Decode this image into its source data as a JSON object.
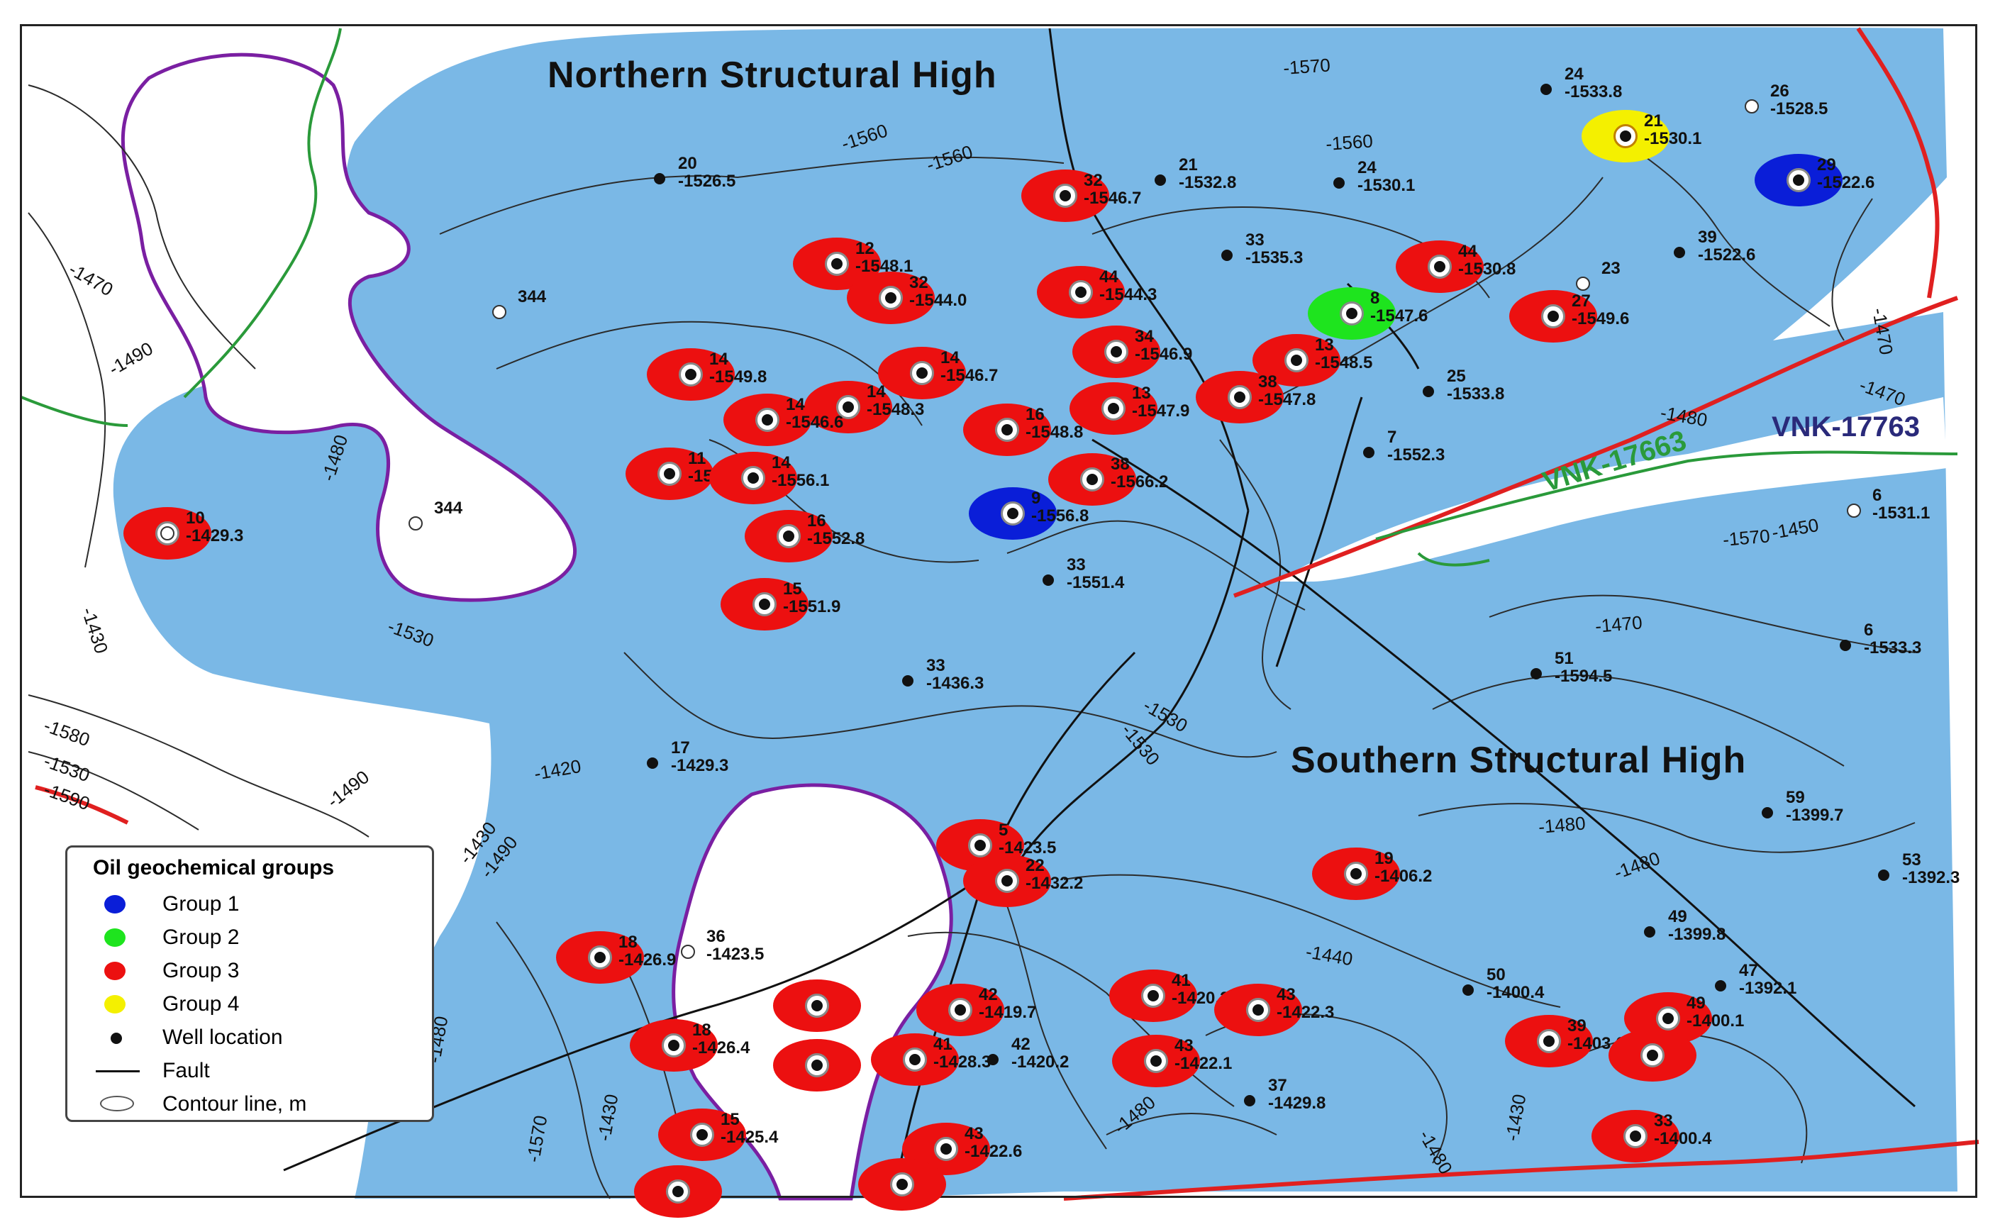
{
  "map": {
    "colors": {
      "reservoir": "#7ab8e6",
      "contour": "#2b2b2b",
      "fault": "#111111",
      "boundary_red": "#e02020",
      "boundary_green": "#2a9a3a",
      "outline_purple": "#7a1fa2",
      "vnk_blue": "#2a2a7a",
      "vnk_green": "#2a9a3a"
    },
    "regions": {
      "north": "Northern Structural High",
      "south": "Southern Structural High"
    },
    "fault_labels": {
      "vnk_17763": "VNK-17763",
      "vnk_17663": "VNK-17663"
    },
    "group_colors": {
      "1": "#0a1ed8",
      "2": "#1ee41e",
      "3": "#ec1010",
      "4": "#f4f000"
    },
    "wells": [
      {
        "id": "24",
        "value": "-1533.8",
        "group": 0
      },
      {
        "id": "21",
        "value": "-1530.1",
        "group": 4
      },
      {
        "id": "26",
        "value": "-1528.5",
        "group": 0,
        "open": true
      },
      {
        "id": "29",
        "value": "-1522.6",
        "group": 1
      },
      {
        "id": "20",
        "value": "-1526.5",
        "group": 0
      },
      {
        "id": "32",
        "value": "-1546.7",
        "group": 3
      },
      {
        "id": "21",
        "value": "-1532.8",
        "group": 0
      },
      {
        "id": "24",
        "value": "-1530.1",
        "group": 0
      },
      {
        "id": "33",
        "value": "-1535.3",
        "group": 0
      },
      {
        "id": "39",
        "value": "-1522.6",
        "group": 0
      },
      {
        "id": "12",
        "value": "-1548.1",
        "group": 3
      },
      {
        "id": "32",
        "value": "-1544.0",
        "group": 3
      },
      {
        "id": "44",
        "value": "-1544.3",
        "group": 3
      },
      {
        "id": "44",
        "value": "-1530.8",
        "group": 3
      },
      {
        "id": "8",
        "value": "-1547.6",
        "group": 2
      },
      {
        "id": "27",
        "value": "-1549.6",
        "group": 3
      },
      {
        "id": "23",
        "value": "",
        "group": 0,
        "open": true
      },
      {
        "id": "344",
        "value": "",
        "group": 0,
        "open": true
      },
      {
        "id": "34",
        "value": "-1546.9",
        "group": 3
      },
      {
        "id": "13",
        "value": "-1548.5",
        "group": 3
      },
      {
        "id": "25",
        "value": "-1533.8",
        "group": 0
      },
      {
        "id": "14",
        "value": "-1549.8",
        "group": 3
      },
      {
        "id": "14",
        "value": "-1546.7",
        "group": 3
      },
      {
        "id": "14",
        "value": "-1548.3",
        "group": 3
      },
      {
        "id": "14",
        "value": "-1546.6",
        "group": 3
      },
      {
        "id": "16",
        "value": "-1548.8",
        "group": 3
      },
      {
        "id": "13",
        "value": "-1547.9",
        "group": 3
      },
      {
        "id": "38",
        "value": "-1547.8",
        "group": 3
      },
      {
        "id": "7",
        "value": "-1552.3",
        "group": 0
      },
      {
        "id": "11",
        "value": "-1549.1",
        "group": 3
      },
      {
        "id": "14",
        "value": "-1556.1",
        "group": 3
      },
      {
        "id": "38",
        "value": "-1566.2",
        "group": 3
      },
      {
        "id": "9",
        "value": "-1556.8",
        "group": 1
      },
      {
        "id": "344",
        "value": "",
        "group": 0,
        "open": true
      },
      {
        "id": "10",
        "value": "-1429.3",
        "group": 3,
        "open": true
      },
      {
        "id": "16",
        "value": "-1552.8",
        "group": 3
      },
      {
        "id": "33",
        "value": "-1551.4",
        "group": 0
      },
      {
        "id": "15",
        "value": "-1551.9",
        "group": 3
      },
      {
        "id": "6",
        "value": "-1531.1",
        "group": 0,
        "open": true
      },
      {
        "id": "6",
        "value": "-1533.3",
        "group": 0
      },
      {
        "id": "51",
        "value": "-1594.5",
        "group": 0
      },
      {
        "id": "33",
        "value": "-1436.3",
        "group": 0
      },
      {
        "id": "17",
        "value": "-1429.3",
        "group": 0
      },
      {
        "id": "59",
        "value": "-1399.7",
        "group": 0
      },
      {
        "id": "5",
        "value": "-1423.5",
        "group": 3
      },
      {
        "id": "22",
        "value": "-1432.2",
        "group": 3
      },
      {
        "id": "19",
        "value": "-1406.2",
        "group": 3
      },
      {
        "id": "53",
        "value": "-1392.3",
        "group": 0
      },
      {
        "id": "49",
        "value": "-1399.8",
        "group": 0
      },
      {
        "id": "36",
        "value": "-1423.5",
        "group": 0,
        "open": true
      },
      {
        "id": "18",
        "value": "-1426.9",
        "group": 3
      },
      {
        "id": "",
        "value": "",
        "group": 3
      },
      {
        "id": "42",
        "value": "-1419.7",
        "group": 3
      },
      {
        "id": "41",
        "value": "-1420.2",
        "group": 3
      },
      {
        "id": "43",
        "value": "-1422.3",
        "group": 3
      },
      {
        "id": "50",
        "value": "-1400.4",
        "group": 0
      },
      {
        "id": "47",
        "value": "-1392.1",
        "group": 0
      },
      {
        "id": "18",
        "value": "-1426.4",
        "group": 3
      },
      {
        "id": "",
        "value": "",
        "group": 3
      },
      {
        "id": "41",
        "value": "-1428.3",
        "group": 3
      },
      {
        "id": "42",
        "value": "-1420.2",
        "group": 0
      },
      {
        "id": "43",
        "value": "-1422.1",
        "group": 3
      },
      {
        "id": "39",
        "value": "-1403.6",
        "group": 3
      },
      {
        "id": "49",
        "value": "-1400.1",
        "group": 3
      },
      {
        "id": "",
        "value": "",
        "group": 3
      },
      {
        "id": "37",
        "value": "-1429.8",
        "group": 0
      },
      {
        "id": "15",
        "value": "-1425.4",
        "group": 3
      },
      {
        "id": "43",
        "value": "-1422.6",
        "group": 3
      },
      {
        "id": "33",
        "value": "-1400.4",
        "group": 3
      },
      {
        "id": "",
        "value": "",
        "group": 3
      },
      {
        "id": "",
        "value": "",
        "group": 3
      }
    ],
    "contour_labels": [
      "-1570",
      "-1560",
      "-1560",
      "-1560",
      "-1470",
      "-1490",
      "-1480",
      "-1430",
      "-1530",
      "-1580",
      "-1530",
      "-1590",
      "-1490",
      "-1430",
      "-1490",
      "-1420",
      "-1530",
      "-1530",
      "-1470",
      "-1470",
      "-1480",
      "-1450",
      "-1570",
      "-1470",
      "-1480",
      "-1480",
      "-1440",
      "-1480",
      "-1480",
      "-1480",
      "-1570",
      "-1430",
      "-1430"
    ]
  },
  "legend": {
    "title": "Oil geochemical groups",
    "items": [
      {
        "label": "Group 1",
        "kind": "circle",
        "color": "#0a1ed8"
      },
      {
        "label": "Group 2",
        "kind": "circle",
        "color": "#1ee41e"
      },
      {
        "label": "Group 3",
        "kind": "circle",
        "color": "#ec1010"
      },
      {
        "label": "Group 4",
        "kind": "circle",
        "color": "#f4f000"
      },
      {
        "label": "Well location",
        "kind": "dot",
        "color": "#111111"
      },
      {
        "label": "Fault",
        "kind": "line",
        "color": "#111111"
      },
      {
        "label": "Contour line, m",
        "kind": "contour",
        "color": "#555555"
      }
    ]
  }
}
